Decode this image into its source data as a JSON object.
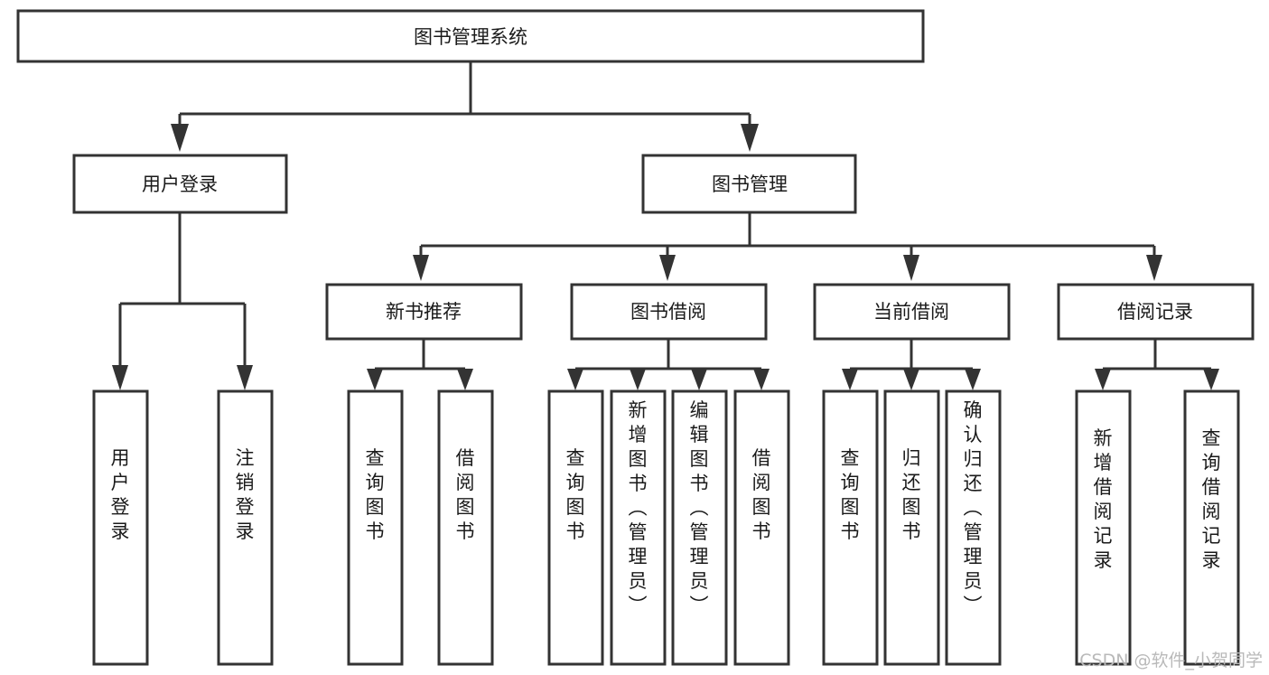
{
  "diagram": {
    "type": "tree-hierarchy-chart",
    "title": "图书管理系统",
    "orientation": "top-down",
    "levels": 4,
    "root": {
      "id": "root",
      "label": "图书管理系统"
    },
    "level2": [
      {
        "id": "user-login",
        "label": "用户登录"
      },
      {
        "id": "book-manage",
        "label": "图书管理"
      }
    ],
    "level3": [
      {
        "id": "new-book-recommend",
        "label": "新书推荐",
        "parent": "book-manage"
      },
      {
        "id": "book-borrow",
        "label": "图书借阅",
        "parent": "book-manage"
      },
      {
        "id": "current-borrow",
        "label": "当前借阅",
        "parent": "book-manage"
      },
      {
        "id": "borrow-record",
        "label": "借阅记录",
        "parent": "book-manage"
      }
    ],
    "leaves": [
      {
        "id": "leaf-user-login",
        "label": "用户登录",
        "parent": "user-login"
      },
      {
        "id": "leaf-logout-login",
        "label": "注销登录",
        "parent": "user-login"
      },
      {
        "id": "leaf-query-book-1",
        "label": "查询图书",
        "parent": "new-book-recommend"
      },
      {
        "id": "leaf-borrow-book-1",
        "label": "借阅图书",
        "parent": "new-book-recommend"
      },
      {
        "id": "leaf-query-book-2",
        "label": "查询图书",
        "parent": "book-borrow"
      },
      {
        "id": "leaf-add-book",
        "label": "新增图书（管理员）",
        "parent": "book-borrow"
      },
      {
        "id": "leaf-edit-book",
        "label": "编辑图书（管理员）",
        "parent": "book-borrow"
      },
      {
        "id": "leaf-borrow-book-2",
        "label": "借阅图书",
        "parent": "book-borrow"
      },
      {
        "id": "leaf-query-book-3",
        "label": "查询图书",
        "parent": "current-borrow"
      },
      {
        "id": "leaf-return-book",
        "label": "归还图书",
        "parent": "current-borrow"
      },
      {
        "id": "leaf-confirm-return",
        "label": "确认归还（管理员）",
        "parent": "current-borrow"
      },
      {
        "id": "leaf-add-record",
        "label": "新增借阅记录",
        "parent": "borrow-record"
      },
      {
        "id": "leaf-query-record",
        "label": "查询借阅记录",
        "parent": "borrow-record"
      }
    ]
  },
  "watermark": {
    "text": "CSDN @软件_小贺同学"
  },
  "style": {
    "box_fill": "#ffffff",
    "box_stroke": "#333333",
    "text_color": "#1a1a1a",
    "background": "#ffffff",
    "watermark_color": "#b9b9b9"
  }
}
